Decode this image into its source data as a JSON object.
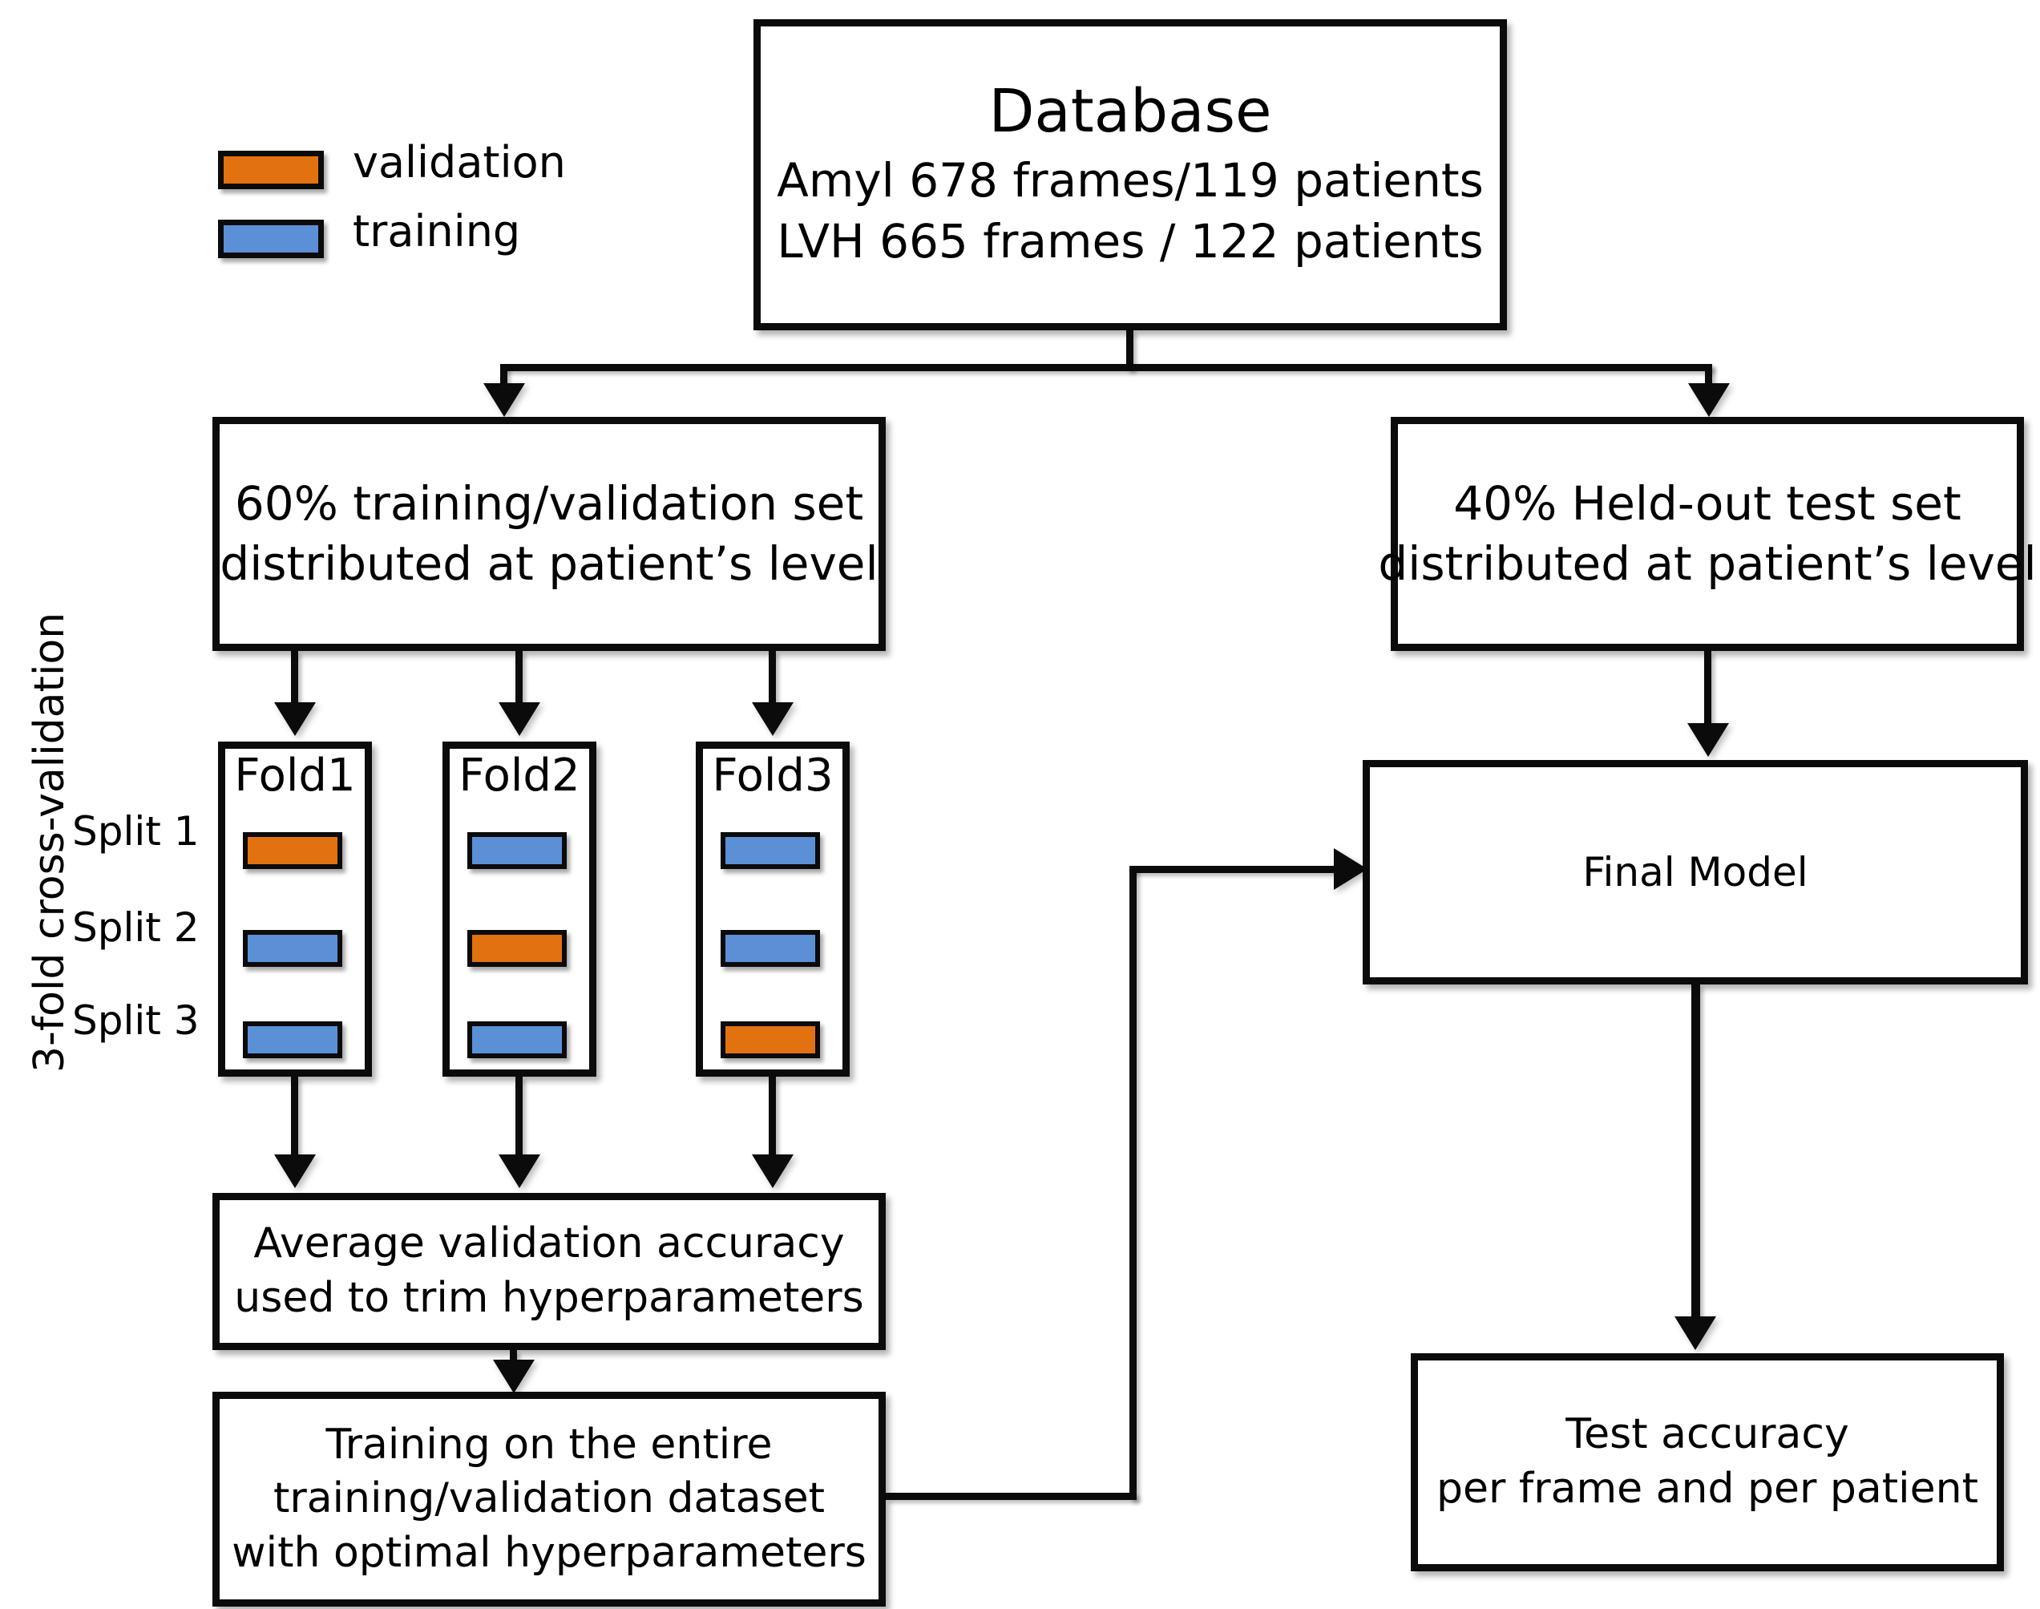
{
  "figure": {
    "axis_label_left": "3-fold cross-validation"
  },
  "legend": {
    "items": [
      {
        "label": "validation",
        "color": "#E2710F",
        "swatch_name": "validation-swatch"
      },
      {
        "label": "training",
        "color": "#5B90D7",
        "swatch_name": "training-swatch"
      }
    ]
  },
  "boxes": {
    "database": {
      "title": "Database",
      "line1": "Amyl 678 frames/119 patients",
      "line2": "LVH 665 frames / 122 patients"
    },
    "train_val_set": {
      "line1": "60% training/validation set",
      "line2": "distributed at patient’s level"
    },
    "held_out_set": {
      "line1": "40% Held-out test set",
      "line2": "distributed at patient’s level"
    },
    "average_validation": {
      "line1": "Average validation accuracy",
      "line2": "used to trim hyperparameters"
    },
    "training_entire": {
      "line1": "Training on the entire",
      "line2": "training/validation dataset",
      "line3": "with optimal hyperparameters"
    },
    "final_model": {
      "line1": "Final Model"
    },
    "test_accuracy": {
      "line1": "Test accuracy",
      "line2": "per frame and per patient"
    }
  },
  "split_labels": [
    {
      "label": "Split 1"
    },
    {
      "label": "Split 2"
    },
    {
      "label": "Split 3"
    }
  ],
  "folds": [
    {
      "label": "Fold1",
      "splits": [
        {
          "split": "Split 1",
          "role": "validation",
          "color": "#E2710F"
        },
        {
          "split": "Split 2",
          "role": "training",
          "color": "#5B90D7"
        },
        {
          "split": "Split 3",
          "role": "training",
          "color": "#5B90D7"
        }
      ]
    },
    {
      "label": "Fold2",
      "splits": [
        {
          "split": "Split 1",
          "role": "training",
          "color": "#5B90D7"
        },
        {
          "split": "Split 2",
          "role": "validation",
          "color": "#E2710F"
        },
        {
          "split": "Split 3",
          "role": "training",
          "color": "#5B90D7"
        }
      ]
    },
    {
      "label": "Fold3",
      "splits": [
        {
          "split": "Split 1",
          "role": "training",
          "color": "#5B90D7"
        },
        {
          "split": "Split 2",
          "role": "training",
          "color": "#5B90D7"
        },
        {
          "split": "Split 3",
          "role": "validation",
          "color": "#E2710F"
        }
      ]
    }
  ],
  "colors": {
    "validation": "#E2710F",
    "training": "#5B90D7",
    "stroke": "#0b0b0b",
    "background": "#ffffff"
  }
}
